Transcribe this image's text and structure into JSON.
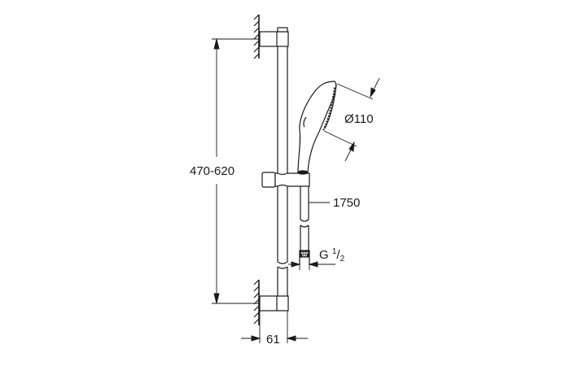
{
  "drawing": {
    "title": "Shower rail set dimensional drawing",
    "line_color": "#1a1a1a",
    "background": "#ffffff"
  },
  "dimensions": {
    "rail_height": {
      "label": "470-620"
    },
    "head_diameter": {
      "label": "Ø110"
    },
    "hose_length": {
      "label": "1750"
    },
    "connection": {
      "prefix": "G",
      "numerator": "1",
      "slash": "/",
      "denominator": "2"
    },
    "wall_projection": {
      "label": "61"
    }
  }
}
